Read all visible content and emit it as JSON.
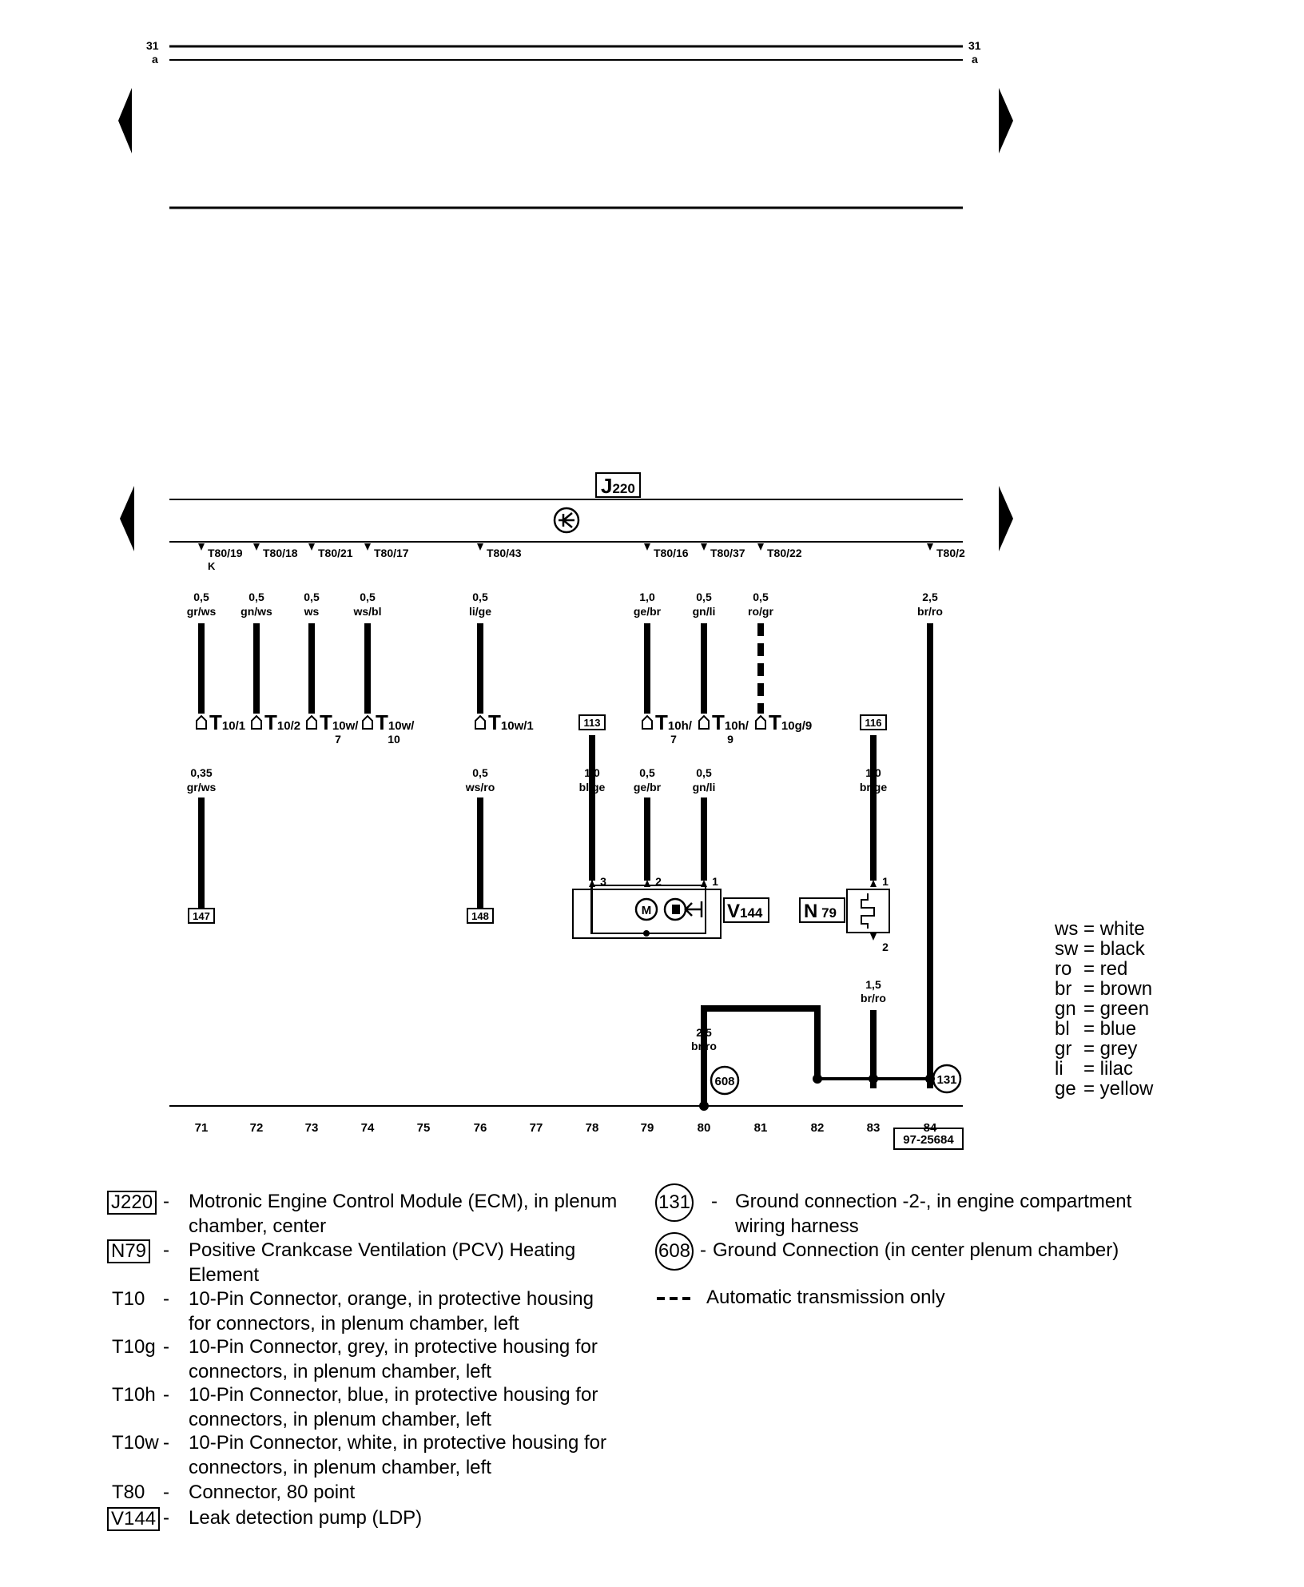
{
  "header": {
    "page_top": "31",
    "page_sub": "a"
  },
  "module": {
    "label": "J220"
  },
  "pins": [
    {
      "col": "71",
      "pin": "T80/19",
      "extra": "K",
      "gauge_top": "0,5",
      "color_top": "gr/ws",
      "connector": "T10/1",
      "conn_sub": "",
      "gauge_bot": "0,35",
      "color_bot": "gr/ws",
      "ref": "147"
    },
    {
      "col": "72",
      "pin": "T80/18",
      "gauge_top": "0,5",
      "color_top": "gn/ws",
      "connector": "T10/2",
      "conn_sub": ""
    },
    {
      "col": "73",
      "pin": "T80/21",
      "gauge_top": "0,5",
      "color_top": "ws",
      "connector": "T10w/",
      "conn_sub": "7"
    },
    {
      "col": "74",
      "pin": "T80/17",
      "gauge_top": "0,5",
      "color_top": "ws/bl",
      "connector": "T10w/",
      "conn_sub": "10"
    },
    {
      "col": "76",
      "pin": "T80/43",
      "gauge_top": "0,5",
      "color_top": "li/ge",
      "connector": "T10w/1",
      "conn_sub": "",
      "gauge_bot": "0,5",
      "color_bot": "ws/ro",
      "ref": "148"
    },
    {
      "col": "79",
      "pin": "T80/16",
      "gauge_top": "1,0",
      "color_top": "ge/br",
      "connector": "T10h/",
      "conn_sub": "7",
      "gauge_bot": "0,5",
      "color_bot": "ge/br"
    },
    {
      "col": "80",
      "pin": "T80/37",
      "gauge_top": "0,5",
      "color_top": "gn/li",
      "connector": "T10h/",
      "conn_sub": "9",
      "gauge_bot": "0,5",
      "color_bot": "gn/li"
    },
    {
      "col": "81",
      "pin": "T80/22",
      "gauge_top": "0,5",
      "color_top": "ro/gr",
      "connector": "T10g/9",
      "conn_sub": ""
    },
    {
      "col": "84",
      "pin": "T80/2",
      "gauge_top": "2,5",
      "color_top": "br/ro"
    }
  ],
  "wire_78": {
    "ref": "113",
    "gauge": "1,0",
    "color": "bl/ge"
  },
  "wire_83": {
    "ref": "116",
    "gauge": "1,0",
    "color": "br/ge"
  },
  "v144": {
    "label": "V144",
    "pin_3": "3",
    "pin_2": "2",
    "pin_1": "1",
    "motor": "M"
  },
  "n79": {
    "label": "N79",
    "pin_1": "1",
    "pin_2": "2",
    "gauge": "1,5",
    "color": "br/ro"
  },
  "ground_wire": {
    "gauge": "2,5",
    "color": "br/ro"
  },
  "grounds": [
    "608",
    "131"
  ],
  "columns": [
    "71",
    "72",
    "73",
    "74",
    "75",
    "76",
    "77",
    "78",
    "79",
    "80",
    "81",
    "82",
    "83",
    "84"
  ],
  "figure_id": "97-25684",
  "color_codes": [
    {
      "abbr": "ws",
      "name": "= white"
    },
    {
      "abbr": "sw",
      "name": "= black"
    },
    {
      "abbr": "ro",
      "name": "= red"
    },
    {
      "abbr": "br",
      "name": "= brown"
    },
    {
      "abbr": "gn",
      "name": "= green"
    },
    {
      "abbr": "bl",
      "name": "= blue"
    },
    {
      "abbr": "gr",
      "name": "= grey"
    },
    {
      "abbr": "li",
      "name": "= lilac"
    },
    {
      "abbr": "ge",
      "name": "= yellow"
    }
  ],
  "legend_left": [
    {
      "code": "J220",
      "boxed": true,
      "dash": "-",
      "desc": "Motronic Engine Control Module (ECM), in plenum chamber, center"
    },
    {
      "code": "N79",
      "boxed": true,
      "dash": "-",
      "desc": "Positive Crankcase Ventilation (PCV) Heating Element"
    },
    {
      "code": "T10",
      "boxed": false,
      "dash": "-",
      "desc": "10-Pin Connector, orange, in protective housing for connectors, in plenum chamber, left"
    },
    {
      "code": "T10g",
      "boxed": false,
      "dash": "-",
      "desc": "10-Pin Connector, grey, in protective housing for connectors, in plenum chamber, left"
    },
    {
      "code": "T10h",
      "boxed": false,
      "dash": "-",
      "desc": "10-Pin Connector, blue, in protective housing for connectors, in plenum chamber, left"
    },
    {
      "code": "T10w",
      "boxed": false,
      "dash": "-",
      "desc": "10-Pin Connector, white, in protective housing for connectors, in plenum chamber, left"
    },
    {
      "code": "T80",
      "boxed": false,
      "dash": "-",
      "desc": "Connector, 80 point"
    },
    {
      "code": "V144",
      "boxed": true,
      "dash": "-",
      "desc": "Leak detection pump (LDP)"
    }
  ],
  "legend_right": [
    {
      "code": "131",
      "dash": "-",
      "desc": "Ground connection -2-, in engine compartment wiring harness"
    },
    {
      "code": "608",
      "dash": "-",
      "desc": "Ground Connection (in center plenum chamber)"
    }
  ],
  "note": {
    "text": "Automatic transmission only"
  }
}
